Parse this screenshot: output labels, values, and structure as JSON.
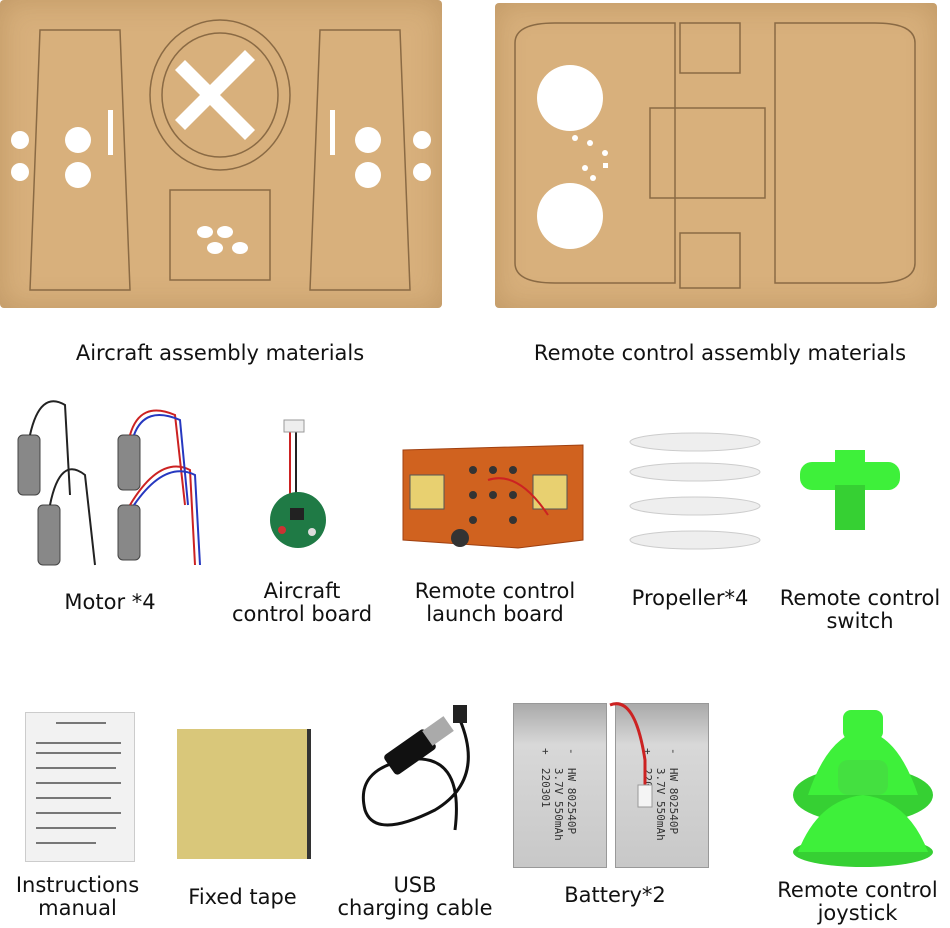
{
  "items": {
    "aircraft_materials": {
      "label": "Aircraft assembly materials"
    },
    "remote_materials": {
      "label": "Remote control assembly materials"
    },
    "motor": {
      "label": "Motor *4"
    },
    "aircraft_board": {
      "label_line1": "Aircraft",
      "label_line2": "control board"
    },
    "launch_board": {
      "label_line1": "Remote control",
      "label_line2": "launch board"
    },
    "propeller": {
      "label": "Propeller*4"
    },
    "switch": {
      "label_line1": "Remote control",
      "label_line2": "switch"
    },
    "manual": {
      "label_line1": "Instructions",
      "label_line2": "manual"
    },
    "tape": {
      "label": "Fixed tape"
    },
    "usb": {
      "label_line1": "USB",
      "label_line2": "charging cable"
    },
    "battery": {
      "label": "Battery*2",
      "print_line1": "-  HW 802540P",
      "print_line2": "   3.7V 550mAh",
      "print_line3": "+  220301"
    },
    "joystick": {
      "label_line1": "Remote control",
      "label_line2": "joystick"
    }
  },
  "colors": {
    "wood": "#d8b07c",
    "green_plastic": "#3ef03a",
    "pcb_orange": "#d0621f",
    "pcb_green": "#1f7a45"
  }
}
